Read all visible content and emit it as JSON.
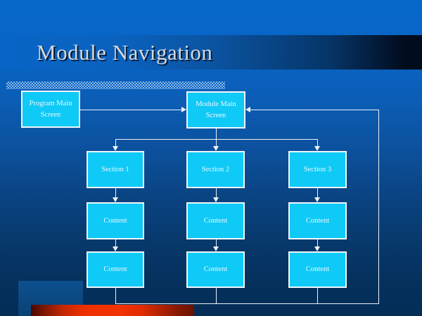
{
  "slide": {
    "title": "Module Navigation",
    "diagram": {
      "nodes": [
        {
          "id": "program-main",
          "label": "Program Main Screen"
        },
        {
          "id": "module-main",
          "label": "Module Main Screen"
        },
        {
          "id": "section-1",
          "label": "Section 1"
        },
        {
          "id": "section-2",
          "label": "Section 2"
        },
        {
          "id": "section-3",
          "label": "Section 3"
        },
        {
          "id": "content-1a",
          "label": "Content"
        },
        {
          "id": "content-2a",
          "label": "Content"
        },
        {
          "id": "content-3a",
          "label": "Content"
        },
        {
          "id": "content-1b",
          "label": "Content"
        },
        {
          "id": "content-2b",
          "label": "Content"
        },
        {
          "id": "content-3b",
          "label": "Content"
        }
      ],
      "edges": [
        {
          "from": "program-main",
          "to": "module-main"
        },
        {
          "from": "module-main",
          "to": "section-1"
        },
        {
          "from": "module-main",
          "to": "section-2"
        },
        {
          "from": "module-main",
          "to": "section-3"
        },
        {
          "from": "section-1",
          "to": "content-1a"
        },
        {
          "from": "section-2",
          "to": "content-2a"
        },
        {
          "from": "section-3",
          "to": "content-3a"
        },
        {
          "from": "content-1a",
          "to": "content-1b"
        },
        {
          "from": "content-2a",
          "to": "content-2b"
        },
        {
          "from": "content-3a",
          "to": "content-3b"
        },
        {
          "from": "content-1b",
          "to": "module-main"
        },
        {
          "from": "content-2b",
          "to": "module-main"
        },
        {
          "from": "content-3b",
          "to": "module-main"
        }
      ]
    },
    "colors": {
      "background_top": "#0667C9",
      "background_bottom": "#042E57",
      "title_band_dark": "#020C1E",
      "title_text": "#D6D8DA",
      "hatch_light": "#8CBAE8",
      "box_fill": "#0FC9F6",
      "box_border": "#F0F6FB",
      "box_text": "#EAF8FF",
      "connector": "#EAF1F7",
      "accent_bar_bright": "#F23200",
      "accent_bar_dark": "#480A00",
      "footer_panel": "#0D4C87"
    }
  }
}
